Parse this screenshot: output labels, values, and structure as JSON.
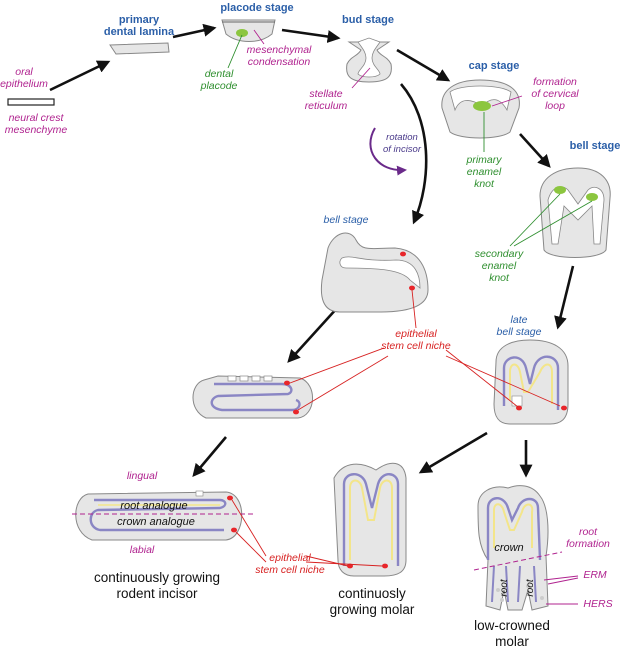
{
  "stages": {
    "primary_dental_lamina": "primary\ndental lamina",
    "placode_stage": "placode stage",
    "bud_stage": "bud stage",
    "cap_stage": "cap stage",
    "bell_stage_molar": "bell stage",
    "bell_stage_incisor": "bell stage",
    "late_bell_stage": "late\nbell stage"
  },
  "labels": {
    "oral_epithelium": "oral\nepithelium",
    "neural_crest_mesenchyme": "neural crest\nmesenchyme",
    "dental_placode": "dental\nplacode",
    "mesenchymal_condensation": "mesenchymal\ncondensation",
    "stellate_reticulum": "stellate\nreticulum",
    "formation_of_cervical_loop": "formation\nof cervical\nloop",
    "primary_enamel_knot": "primary\nenamel\nknot",
    "rotation_of_incisor": "rotation\nof incisor",
    "secondary_enamel_knot": "secondary\nenamel\nknot",
    "epithelial_stem_cell_niche_top": "epithelial\nstem cell niche",
    "epithelial_stem_cell_niche_bottom": "epithelial\nstem cell niche",
    "lingual": "lingual",
    "labial": "labial",
    "root_analogue": "root analogue",
    "crown_analogue": "crown analogue",
    "crown": "crown",
    "root_left": "root",
    "root_right": "root",
    "root_formation": "root\nformation",
    "erm": "ERM",
    "hers": "HERS"
  },
  "outcomes": {
    "rodent_incisor": "continuously growing\nrodent incisor",
    "continuously_growing_molar": "continuosly\ngrowing molar",
    "low_crowned_molar": "low-crowned\nmolar"
  },
  "colors": {
    "stage_title": "#2b5fa8",
    "annotation_magenta": "#b0238f",
    "enamel_knot_green": "#8cc63f",
    "stem_cell_red": "#e8262a",
    "epithelium_purple": "#8a86c4",
    "enamel_yellow": "#f3e58a",
    "tissue_gray": "#e6e6e6"
  }
}
